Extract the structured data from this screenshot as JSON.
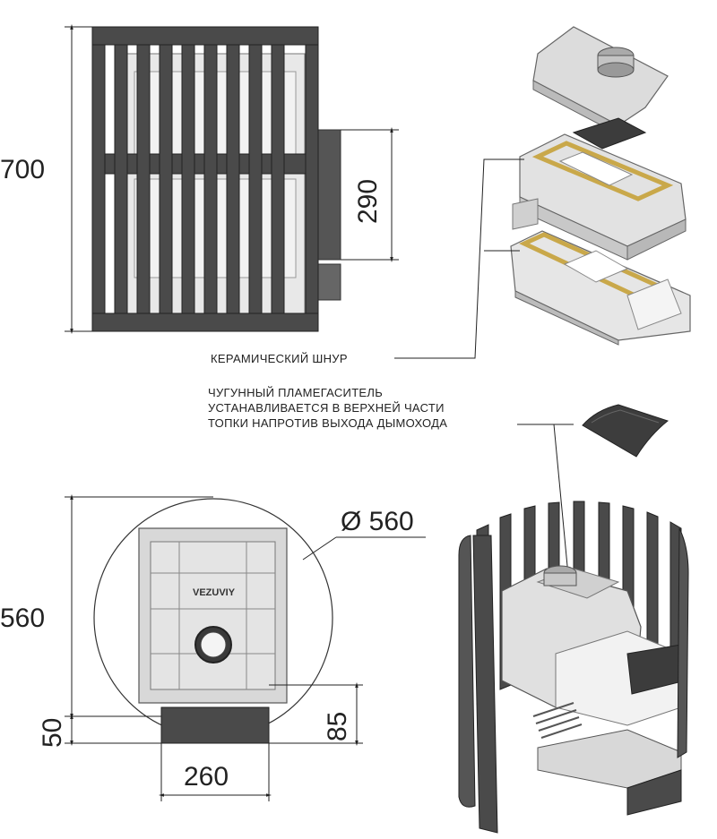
{
  "dimensions": {
    "height_total": "700",
    "chimney_height": "290",
    "depth": "560",
    "diameter": "Ø 560",
    "base_offset": "50",
    "door_height": "85",
    "door_width": "260"
  },
  "labels": {
    "ceramic_cord": "КЕРАМИЧЕСКИЙ ШНУР",
    "flame_guard_line1": "ЧУГУННЫЙ ПЛАМЕГАСИТЕЛЬ",
    "flame_guard_line2": "УСТАНАВЛИВАЕТСЯ В ВЕРХНЕЙ ЧАСТИ",
    "flame_guard_line3": "ТОПКИ НАПРОТИВ ВЫХОДА ДЫМОХОДА"
  },
  "brand": "VEZUVIY",
  "colors": {
    "steel": "#4a4a4a",
    "cast_iron": "#d8d8d8",
    "cord": "#c9a84a",
    "line": "#222222"
  }
}
